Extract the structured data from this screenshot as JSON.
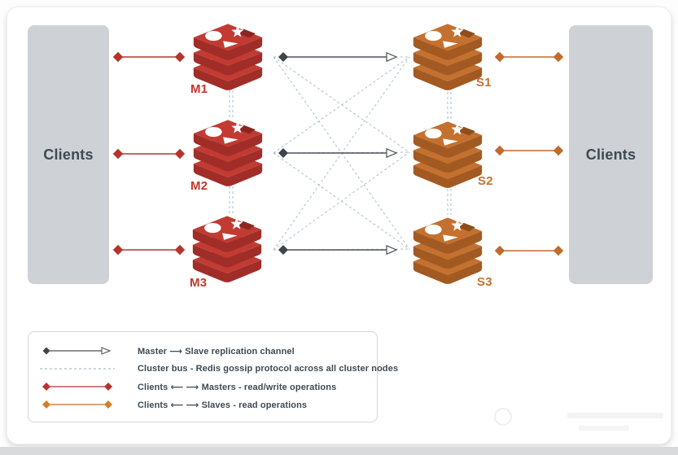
{
  "diagram": {
    "left_clients_label": "Clients",
    "right_clients_label": "Clients",
    "masters": [
      {
        "label": "M1"
      },
      {
        "label": "M2"
      },
      {
        "label": "M3"
      }
    ],
    "slaves": [
      {
        "label": "S1"
      },
      {
        "label": "S2"
      },
      {
        "label": "S3"
      }
    ]
  },
  "legend": {
    "rows": [
      {
        "label": "Master ⟶ Slave replication channel"
      },
      {
        "label": "Cluster bus - Redis gossip protocol across all cluster nodes"
      },
      {
        "label": "Clients ⟵ ⟶ Masters - read/write operations"
      },
      {
        "label": "Clients ⟵ ⟶ Slaves - read operations"
      }
    ]
  },
  "colors": {
    "master_red": "#c23b33",
    "slave_orange": "#c4712f",
    "client_master_line": "#b5342c",
    "client_slave_line": "#c06c2e",
    "replication_line": "#4b5258",
    "cluster_bus_line": "#aabfca",
    "clients_box": "#ced2d6",
    "text_dark": "#3e4a54"
  }
}
